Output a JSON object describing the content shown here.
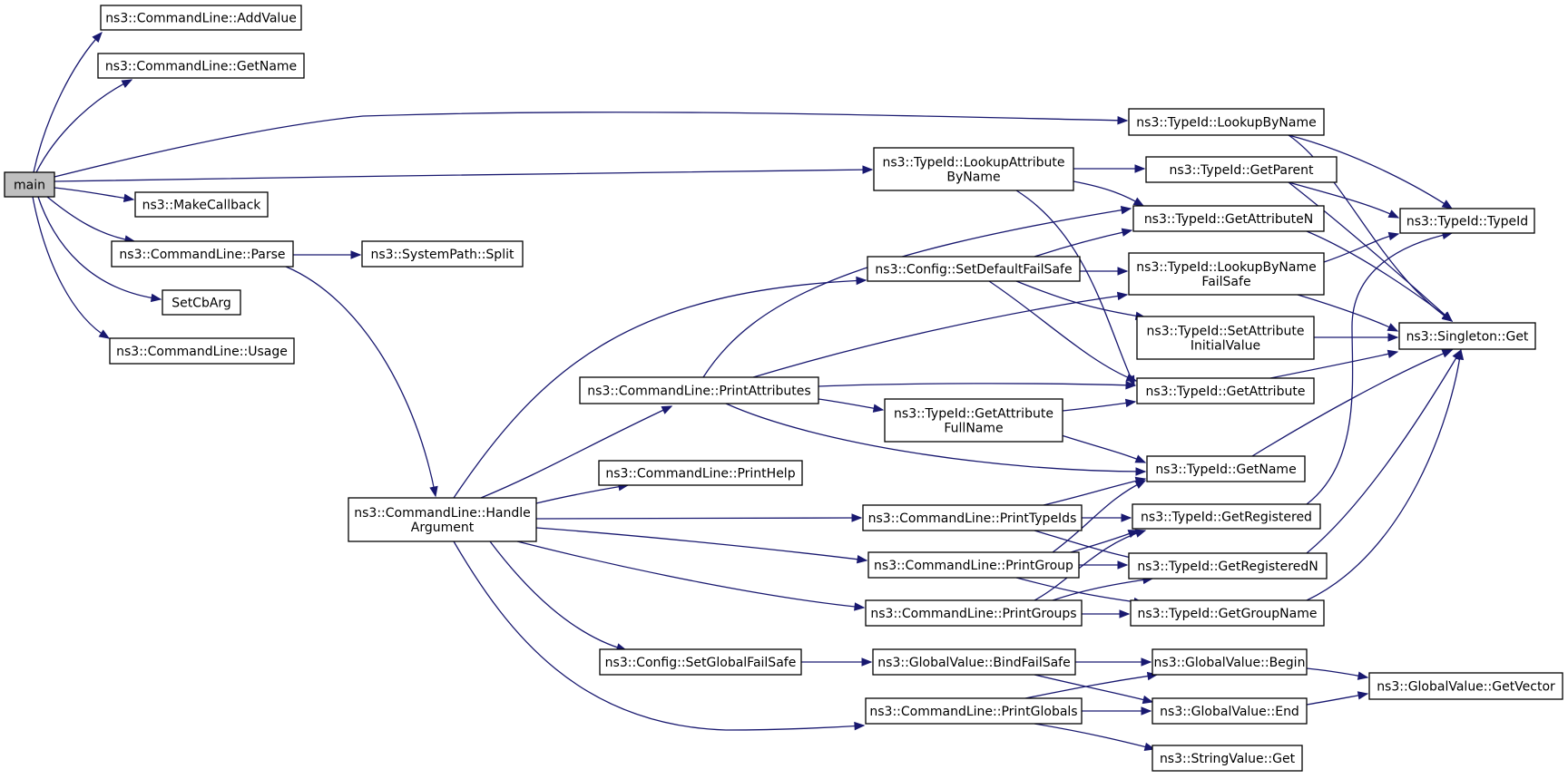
{
  "nodes": [
    {
      "id": "main",
      "lines": [
        "main"
      ],
      "root": true
    },
    {
      "id": "addvalue",
      "lines": [
        "ns3::CommandLine::AddValue"
      ]
    },
    {
      "id": "getname_cl",
      "lines": [
        "ns3::CommandLine::GetName"
      ]
    },
    {
      "id": "makecallback",
      "lines": [
        "ns3::MakeCallback"
      ]
    },
    {
      "id": "parse",
      "lines": [
        "ns3::CommandLine::Parse"
      ]
    },
    {
      "id": "split",
      "lines": [
        "ns3::SystemPath::Split"
      ]
    },
    {
      "id": "setcbarg",
      "lines": [
        "SetCbArg"
      ]
    },
    {
      "id": "usage",
      "lines": [
        "ns3::CommandLine::Usage"
      ]
    },
    {
      "id": "handlearg",
      "lines": [
        "ns3::CommandLine::Handle",
        "Argument"
      ]
    },
    {
      "id": "lookupbyname",
      "lines": [
        "ns3::TypeId::LookupByName"
      ]
    },
    {
      "id": "lookupattr",
      "lines": [
        "ns3::TypeId::LookupAttribute",
        "ByName"
      ]
    },
    {
      "id": "getparent",
      "lines": [
        "ns3::TypeId::GetParent"
      ]
    },
    {
      "id": "getattrn",
      "lines": [
        "ns3::TypeId::GetAttributeN"
      ]
    },
    {
      "id": "typeid",
      "lines": [
        "ns3::TypeId::TypeId"
      ]
    },
    {
      "id": "setdefaultfs",
      "lines": [
        "ns3::Config::SetDefaultFailSafe"
      ]
    },
    {
      "id": "lookupbynamefs",
      "lines": [
        "ns3::TypeId::LookupByName",
        "FailSafe"
      ]
    },
    {
      "id": "singleton",
      "lines": [
        "ns3::Singleton::Get"
      ]
    },
    {
      "id": "setattrinit",
      "lines": [
        "ns3::TypeId::SetAttribute",
        "InitialValue"
      ]
    },
    {
      "id": "printattrs",
      "lines": [
        "ns3::CommandLine::PrintAttributes"
      ]
    },
    {
      "id": "getattr",
      "lines": [
        "ns3::TypeId::GetAttribute"
      ]
    },
    {
      "id": "getattrfull",
      "lines": [
        "ns3::TypeId::GetAttribute",
        "FullName"
      ]
    },
    {
      "id": "printhelp",
      "lines": [
        "ns3::CommandLine::PrintHelp"
      ]
    },
    {
      "id": "getname_tid",
      "lines": [
        "ns3::TypeId::GetName"
      ]
    },
    {
      "id": "printtypeids",
      "lines": [
        "ns3::CommandLine::PrintTypeIds"
      ]
    },
    {
      "id": "getregistered",
      "lines": [
        "ns3::TypeId::GetRegistered"
      ]
    },
    {
      "id": "printgroup",
      "lines": [
        "ns3::CommandLine::PrintGroup"
      ]
    },
    {
      "id": "getregisteredn",
      "lines": [
        "ns3::TypeId::GetRegisteredN"
      ]
    },
    {
      "id": "printgroups",
      "lines": [
        "ns3::CommandLine::PrintGroups"
      ]
    },
    {
      "id": "getgroupname",
      "lines": [
        "ns3::TypeId::GetGroupName"
      ]
    },
    {
      "id": "setglobalfs",
      "lines": [
        "ns3::Config::SetGlobalFailSafe"
      ]
    },
    {
      "id": "bindfs",
      "lines": [
        "ns3::GlobalValue::BindFailSafe"
      ]
    },
    {
      "id": "gvbegin",
      "lines": [
        "ns3::GlobalValue::Begin"
      ]
    },
    {
      "id": "getvector",
      "lines": [
        "ns3::GlobalValue::GetVector"
      ]
    },
    {
      "id": "printglobals",
      "lines": [
        "ns3::CommandLine::PrintGlobals"
      ]
    },
    {
      "id": "gvend",
      "lines": [
        "ns3::GlobalValue::End"
      ]
    },
    {
      "id": "stringget",
      "lines": [
        "ns3::StringValue::Get"
      ]
    }
  ],
  "edges": [
    [
      "main",
      "addvalue"
    ],
    [
      "main",
      "getname_cl"
    ],
    [
      "main",
      "lookupbyname"
    ],
    [
      "main",
      "lookupattr"
    ],
    [
      "main",
      "makecallback"
    ],
    [
      "main",
      "parse"
    ],
    [
      "main",
      "setcbarg"
    ],
    [
      "main",
      "usage"
    ],
    [
      "parse",
      "split"
    ],
    [
      "parse",
      "handlearg"
    ],
    [
      "lookupbyname",
      "typeid"
    ],
    [
      "lookupbyname",
      "singleton"
    ],
    [
      "lookupattr",
      "getparent"
    ],
    [
      "lookupattr",
      "getattrn"
    ],
    [
      "lookupattr",
      "getattr"
    ],
    [
      "getparent",
      "typeid"
    ],
    [
      "getparent",
      "singleton"
    ],
    [
      "getattrn",
      "singleton"
    ],
    [
      "setdefaultfs",
      "getattrn"
    ],
    [
      "setdefaultfs",
      "lookupbynamefs"
    ],
    [
      "setdefaultfs",
      "setattrinit"
    ],
    [
      "setdefaultfs",
      "getattr"
    ],
    [
      "lookupbynamefs",
      "typeid"
    ],
    [
      "lookupbynamefs",
      "singleton"
    ],
    [
      "setattrinit",
      "singleton"
    ],
    [
      "getattr",
      "singleton"
    ],
    [
      "printattrs",
      "getattrn"
    ],
    [
      "printattrs",
      "lookupbynamefs"
    ],
    [
      "printattrs",
      "getattr"
    ],
    [
      "printattrs",
      "getattrfull"
    ],
    [
      "printattrs",
      "getname_tid"
    ],
    [
      "getattrfull",
      "getattr"
    ],
    [
      "getattrfull",
      "getname_tid"
    ],
    [
      "getname_tid",
      "singleton"
    ],
    [
      "handlearg",
      "setdefaultfs"
    ],
    [
      "handlearg",
      "printattrs"
    ],
    [
      "handlearg",
      "printhelp"
    ],
    [
      "handlearg",
      "printtypeids"
    ],
    [
      "handlearg",
      "printgroup"
    ],
    [
      "handlearg",
      "printgroups"
    ],
    [
      "handlearg",
      "setglobalfs"
    ],
    [
      "handlearg",
      "printglobals"
    ],
    [
      "printtypeids",
      "getname_tid"
    ],
    [
      "printtypeids",
      "getregistered"
    ],
    [
      "printtypeids",
      "getregisteredn"
    ],
    [
      "getregistered",
      "typeid"
    ],
    [
      "printgroup",
      "getname_tid"
    ],
    [
      "printgroup",
      "getregistered"
    ],
    [
      "printgroup",
      "getregisteredn"
    ],
    [
      "printgroup",
      "getgroupname"
    ],
    [
      "getregisteredn",
      "singleton"
    ],
    [
      "printgroups",
      "getregistered"
    ],
    [
      "printgroups",
      "getregisteredn"
    ],
    [
      "printgroups",
      "getgroupname"
    ],
    [
      "getgroupname",
      "singleton"
    ],
    [
      "setglobalfs",
      "bindfs"
    ],
    [
      "bindfs",
      "gvbegin"
    ],
    [
      "bindfs",
      "gvend"
    ],
    [
      "gvbegin",
      "getvector"
    ],
    [
      "gvend",
      "getvector"
    ],
    [
      "printglobals",
      "gvbegin"
    ],
    [
      "printglobals",
      "gvend"
    ],
    [
      "printglobals",
      "stringget"
    ]
  ]
}
